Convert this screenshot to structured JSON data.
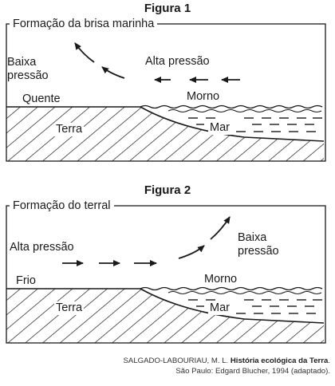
{
  "figure1": {
    "title": "Figura 1",
    "frame_title": "Formação da brisa marinha",
    "labels": {
      "low_pressure": "Baixa\npressão",
      "high_pressure": "Alta pressão",
      "land_temp": "Quente",
      "sea_temp": "Morno",
      "land": "Terra",
      "sea": "Mar"
    }
  },
  "figure2": {
    "title": "Figura 2",
    "frame_title": "Formação do terral",
    "labels": {
      "high_pressure": "Alta pressão",
      "low_pressure": "Baixa\npressão",
      "land_temp": "Frio",
      "sea_temp": "Morno",
      "land": "Terra",
      "sea": "Mar"
    }
  },
  "caption": {
    "author": "SALGADO-LABOURIAU, M. L. ",
    "book": "História ecológica da Terra",
    "end": ".",
    "publisher": "São Paulo: Edgard Blucher, 1994 (adaptado)."
  }
}
